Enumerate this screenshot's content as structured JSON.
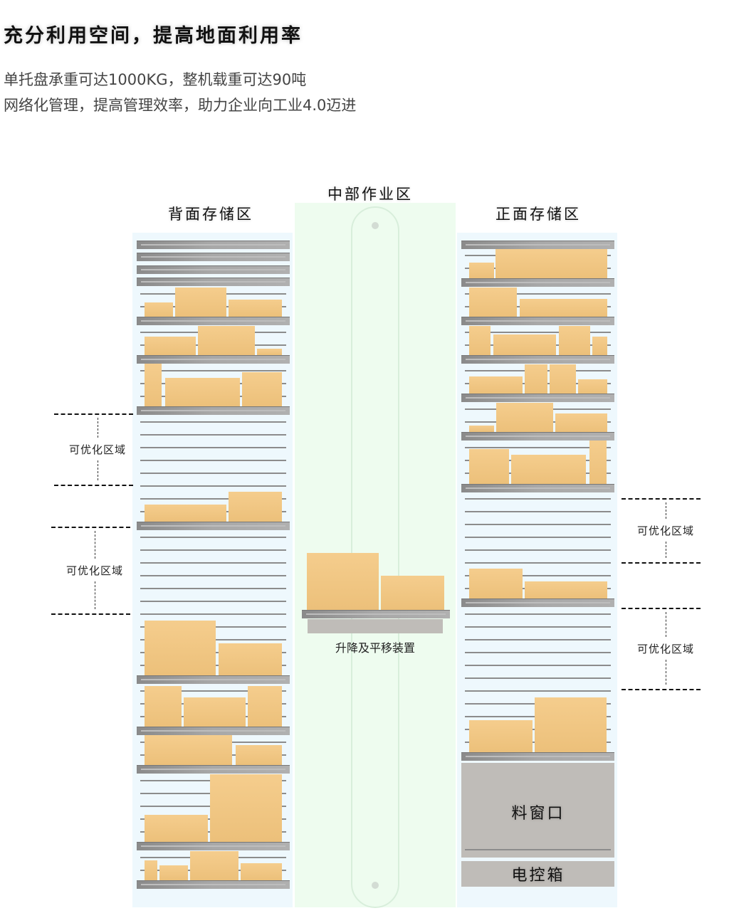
{
  "header": {
    "title": "充分利用空间，提高地面利用率",
    "line1": "单托盘承重可达1000KG，整机载重可达90吨",
    "line2": "网络化管理，提高管理效率，助力企业向工业4.0迈进"
  },
  "sections": {
    "back": "背面存储区",
    "middle": "中部作业区",
    "front": "正面存储区"
  },
  "annotations": {
    "optimizable": "可优化区域"
  },
  "lift": {
    "label": "升降及平移装置"
  },
  "front_bottom": {
    "window": "料窗口",
    "control_box": "电控箱"
  },
  "colors": {
    "box": "#f0c47f",
    "panel": "#eef8fd",
    "middle": "#eefcef",
    "shelf": "#999999"
  }
}
